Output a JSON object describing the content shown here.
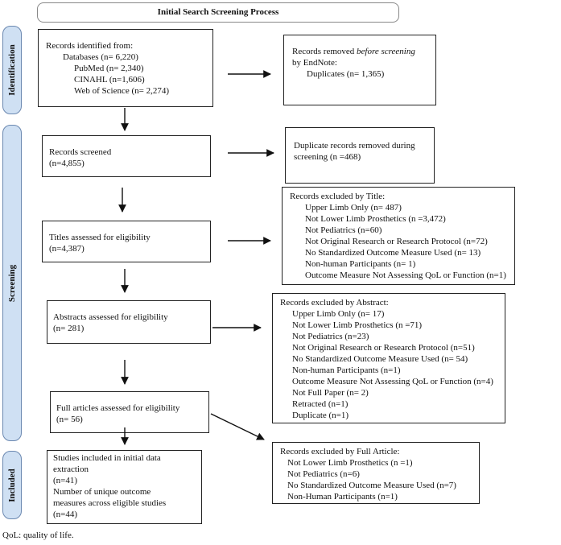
{
  "title": "Initial Search Screening Process",
  "phases": {
    "identification": "Identification",
    "screening": "Screening",
    "included": "Included"
  },
  "identified": {
    "heading": "Records identified from:",
    "databases": "Databases (n= 6,220)",
    "pubmed": "PubMed (n= 2,340)",
    "cinahl": "CINAHL (n=1,606)",
    "wos": "Web of Science (n= 2,274)"
  },
  "removed_before": {
    "line1_pre": "Records removed ",
    "line1_em": "before screening",
    "line2": "by EndNote:",
    "line3": "Duplicates (n= 1,365)"
  },
  "screened": {
    "line1": "Records screened",
    "line2": "(n=4,855)"
  },
  "dup_removed": {
    "line1": "Duplicate records removed during",
    "line2": "screening (n =468)"
  },
  "titles": {
    "line1": "Titles assessed for eligibility",
    "line2": "(n=4,387)"
  },
  "excluded_title": {
    "heading": "Records excluded by Title:",
    "items": [
      "Upper Limb Only (n= 487)",
      "Not Lower Limb Prosthetics (n =3,472)",
      "Not Pediatrics (n=60)",
      "Not Original Research or Research Protocol (n=72)",
      "No Standardized Outcome Measure Used (n= 13)",
      "Non-human Participants (n= 1)",
      "Outcome Measure Not Assessing QoL or Function (n=1)"
    ]
  },
  "abstracts": {
    "line1": "Abstracts assessed for eligibility",
    "line2": "(n= 281)"
  },
  "excluded_abstract": {
    "heading": "Records excluded by Abstract:",
    "items": [
      "Upper Limb Only (n= 17)",
      "Not Lower Limb Prosthetics (n =71)",
      "Not Pediatrics (n=23)",
      "Not Original Research or Research Protocol (n=51)",
      "No Standardized Outcome Measure Used (n= 54)",
      "Non-human Participants (n=1)",
      "Outcome Measure Not Assessing QoL or Function (n=4)",
      "Not Full Paper (n= 2)",
      "Retracted (n=1)",
      "Duplicate (n=1)"
    ]
  },
  "full_articles": {
    "line1": "Full articles assessed for eligibility",
    "line2": "(n= 56)"
  },
  "excluded_full": {
    "heading": "Records excluded by Full Article:",
    "items": [
      "Not Lower Limb Prosthetics (n =1)",
      "Not Pediatrics (n=6)",
      "No Standardized Outcome Measure Used (n=7)",
      "Non-Human Participants (n=1)"
    ]
  },
  "included": {
    "line1": "Studies included in initial data",
    "line2": "extraction",
    "line3": "(n=41)",
    "line4": "Number of unique outcome",
    "line5": "measures across eligible studies",
    "line6": "(n=44)"
  },
  "footnote": "QoL: quality of life."
}
